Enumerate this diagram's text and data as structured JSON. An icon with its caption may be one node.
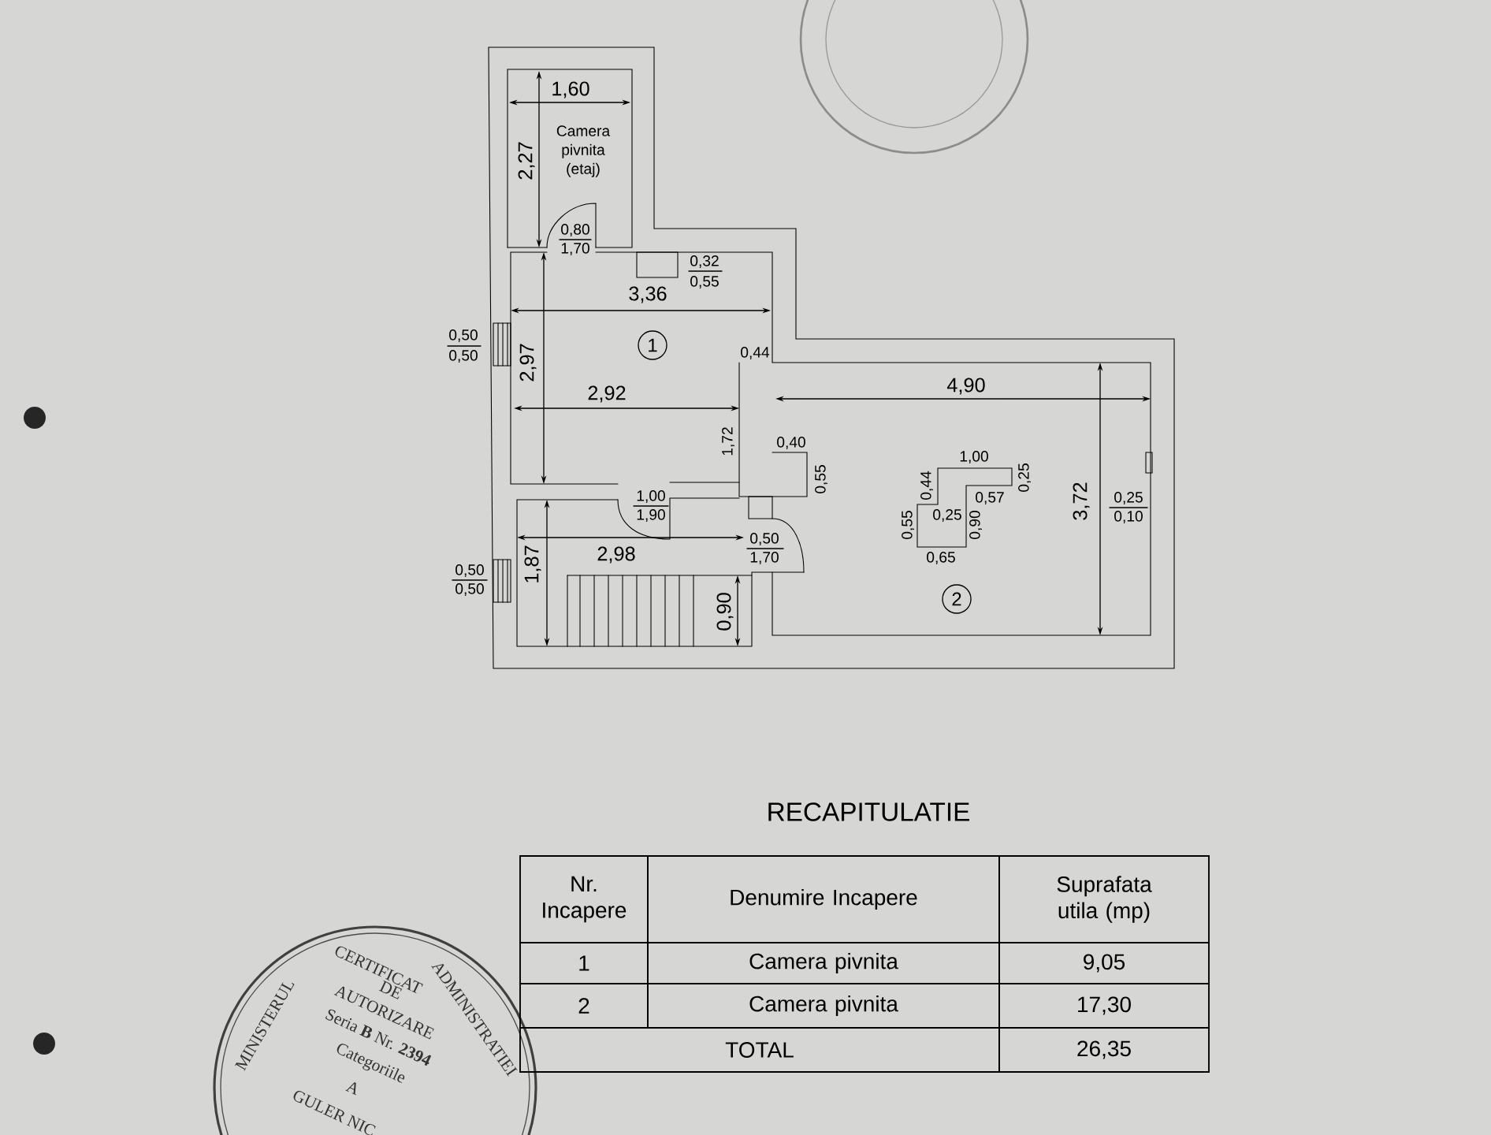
{
  "diagram": {
    "title": "RECAPITULATIE",
    "nodes": [
      {
        "text": [
          "1"
        ]
      },
      {
        "text": [
          "2"
        ]
      }
    ],
    "labels": [
      "1,60",
      "Camera pivnita (etaj)",
      "2,27",
      "0,80",
      "1,70",
      "0,32",
      "0,55",
      "3,36",
      "0,50",
      "0,50",
      "2,97",
      "0,44",
      "2,92",
      "4,90",
      "1,72",
      "0,40",
      "0,55",
      "1,00",
      "0,25",
      "0,44",
      "0,57",
      "0,25",
      "0,55",
      "0,90",
      "0,65",
      "3,72",
      "0,25",
      "0,10",
      "1,00",
      "1,90",
      "0,50",
      "1,70",
      "2,98",
      "0,50",
      "0,50",
      "1,87",
      "0,90",
      "Nr. Incapere",
      "Denumire Incapere",
      "Suprafata utila (mp)",
      "1",
      "Camera pivnita",
      "9,05",
      "2",
      "Camera pivnita",
      "17,30",
      "TOTAL",
      "26,35",
      "MINISTERUL",
      "ADMINISTRATIEI",
      "CERTIFICAT",
      "DE",
      "AUTORIZARE",
      "Seria **B** Nr. **2394**",
      "Categoriile",
      "A",
      "GULER NIC"
    ]
  }
}
